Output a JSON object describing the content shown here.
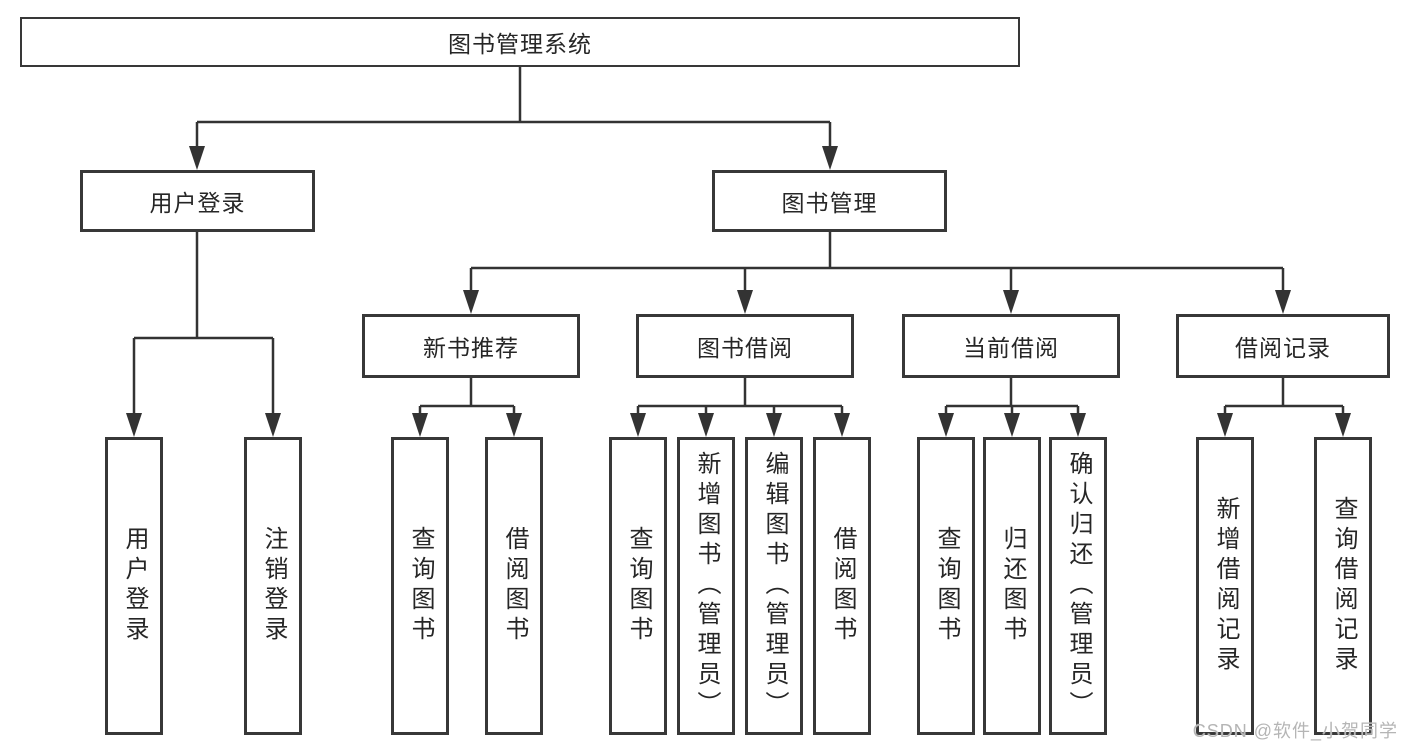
{
  "diagram": {
    "root": {
      "label": "图书管理系统"
    },
    "level2": [
      {
        "label": "用户登录",
        "children": [
          {
            "label": "用户登录"
          },
          {
            "label": "注销登录"
          }
        ]
      },
      {
        "label": "图书管理",
        "children": [
          {
            "label": "新书推荐",
            "children": [
              {
                "label": "查询图书"
              },
              {
                "label": "借阅图书"
              }
            ]
          },
          {
            "label": "图书借阅",
            "children": [
              {
                "label": "查询图书"
              },
              {
                "label": "新增图书（管理员）"
              },
              {
                "label": "编辑图书（管理员）"
              },
              {
                "label": "借阅图书"
              }
            ]
          },
          {
            "label": "当前借阅",
            "children": [
              {
                "label": "查询图书"
              },
              {
                "label": "归还图书"
              },
              {
                "label": "确认归还（管理员）"
              }
            ]
          },
          {
            "label": "借阅记录",
            "children": [
              {
                "label": "新增借阅记录"
              },
              {
                "label": "查询借阅记录"
              }
            ]
          }
        ]
      }
    ],
    "colors": {
      "line": "#333333",
      "border": "#383838",
      "text": "#262626",
      "watermark": "#b5b5b5"
    },
    "watermark": "CSDN @软件_小贺同学"
  }
}
